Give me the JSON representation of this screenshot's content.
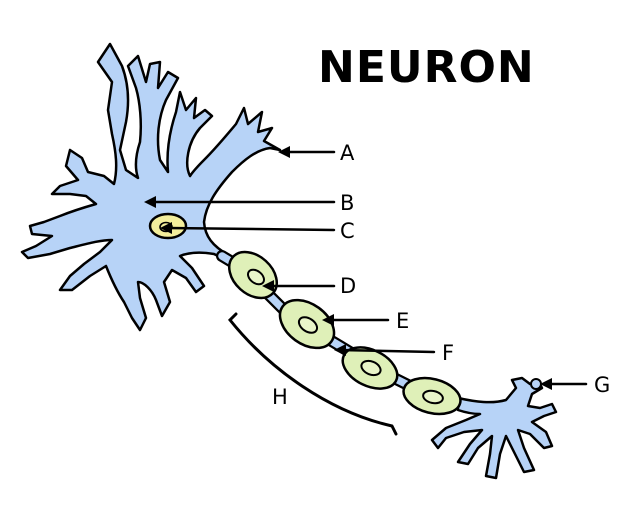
{
  "diagram": {
    "title": "NEURON",
    "labels": {
      "A": "A",
      "B": "B",
      "C": "C",
      "D": "D",
      "E": "E",
      "F": "F",
      "G": "G",
      "H": "H"
    },
    "colors": {
      "cell_body": "#b7d3f7",
      "myelin_sheath": "#dff0b8",
      "nucleus": "#f3ee9c",
      "outline": "#000000"
    }
  }
}
